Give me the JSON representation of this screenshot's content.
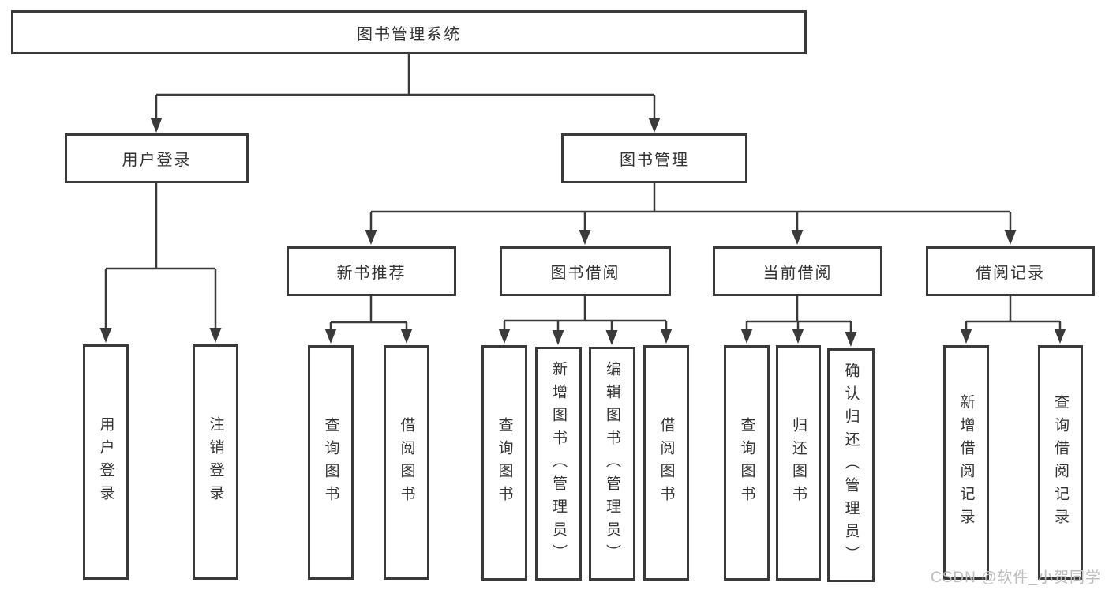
{
  "colors": {
    "line": "#3a3a3a",
    "text": "#333333",
    "bg": "#ffffff",
    "watermark": "#bcbcbc"
  },
  "watermark": "CSDN @软件_小贺同学",
  "tree": {
    "root": {
      "label": "图书管理系统"
    },
    "children": [
      {
        "label": "用户登录",
        "children": [
          {
            "label": "用户登录"
          },
          {
            "label": "注销登录"
          }
        ]
      },
      {
        "label": "图书管理",
        "children": [
          {
            "label": "新书推荐",
            "children": [
              {
                "label": "查询图书"
              },
              {
                "label": "借阅图书"
              }
            ]
          },
          {
            "label": "图书借阅",
            "children": [
              {
                "label": "查询图书"
              },
              {
                "label": "新增图书（管理员）"
              },
              {
                "label": "编辑图书（管理员）"
              },
              {
                "label": "借阅图书"
              }
            ]
          },
          {
            "label": "当前借阅",
            "children": [
              {
                "label": "查询图书"
              },
              {
                "label": "归还图书"
              },
              {
                "label": "确认归还（管理员）"
              }
            ]
          },
          {
            "label": "借阅记录",
            "children": [
              {
                "label": "新增借阅记录"
              },
              {
                "label": "查询借阅记录"
              }
            ]
          }
        ]
      }
    ]
  }
}
